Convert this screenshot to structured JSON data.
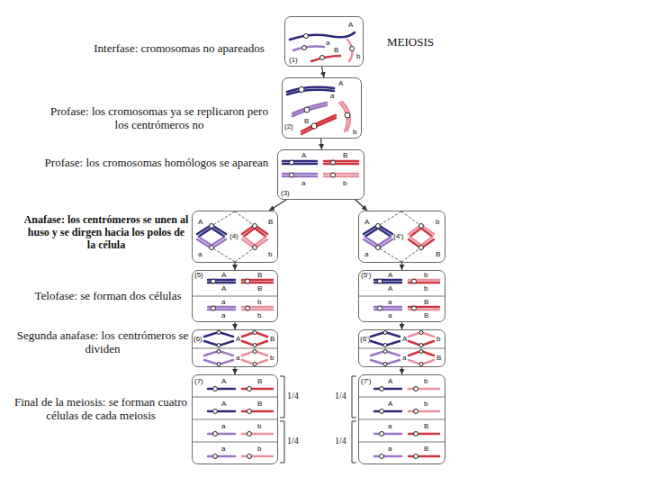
{
  "diagram": {
    "title": "MEIOSIS",
    "nodes": [
      {
        "text": [
          "(1)",
          "A",
          "a",
          "B",
          "b"
        ]
      },
      {
        "text": [
          "(2)",
          "A",
          "a",
          "B",
          "b"
        ]
      },
      {
        "text": [
          "(3)",
          "A",
          "a",
          "B",
          "b"
        ]
      },
      {
        "text": [
          "(4)",
          "A",
          "a",
          "B",
          "b"
        ]
      },
      {
        "text": [
          "(4')",
          "A",
          "a",
          "b",
          "B"
        ]
      },
      {
        "text": [
          "(5)",
          "A",
          "A",
          "B",
          "B",
          "a",
          "a",
          "b",
          "b"
        ]
      },
      {
        "text": [
          "(5')",
          "A",
          "A",
          "b",
          "b",
          "a",
          "a",
          "B",
          "B"
        ]
      },
      {
        "text": [
          "(6)",
          "A",
          "B",
          "a",
          "b"
        ]
      },
      {
        "text": [
          "(6')",
          "A",
          "b",
          "a",
          "B"
        ]
      },
      {
        "text": [
          "(7)",
          "A",
          "B",
          "A",
          "B",
          "a",
          "b",
          "a",
          "b"
        ]
      },
      {
        "text": [
          "(7')",
          "A",
          "b",
          "A",
          "b",
          "a",
          "B",
          "a",
          "B"
        ]
      }
    ],
    "edges": [
      {
        "from": 0,
        "to": 1,
        "arrow": "to"
      },
      {
        "from": 1,
        "to": 2,
        "arrow": "to"
      },
      {
        "from": 2,
        "to": 3,
        "arrow": "to"
      },
      {
        "from": 2,
        "to": 4,
        "arrow": "to"
      },
      {
        "from": 3,
        "to": 5,
        "arrow": "to"
      },
      {
        "from": 4,
        "to": 6,
        "arrow": "to"
      },
      {
        "from": 5,
        "to": 7,
        "arrow": "to"
      },
      {
        "from": 6,
        "to": 8,
        "arrow": "to"
      },
      {
        "from": 7,
        "to": 9,
        "arrow": "to"
      },
      {
        "from": 8,
        "to": 10,
        "arrow": "to"
      }
    ],
    "labels": [
      "Interfase: cromosomas no apareados",
      "Profase: los cromosomas ya se replicaron pero los centrómeros no",
      "Profase: los cromosomas homólogos se aparean",
      "Anafase: los centrómeros se unen al huso y se dirgen hacia los polos de la célula",
      "Telofase: se forman dos células",
      "Segunda anafase: los centrómeros se dividen",
      "Final de la meiosis: se forman cuatro células de cada meiosis",
      "1/4",
      "1/4",
      "1/4",
      "1/4"
    ]
  }
}
